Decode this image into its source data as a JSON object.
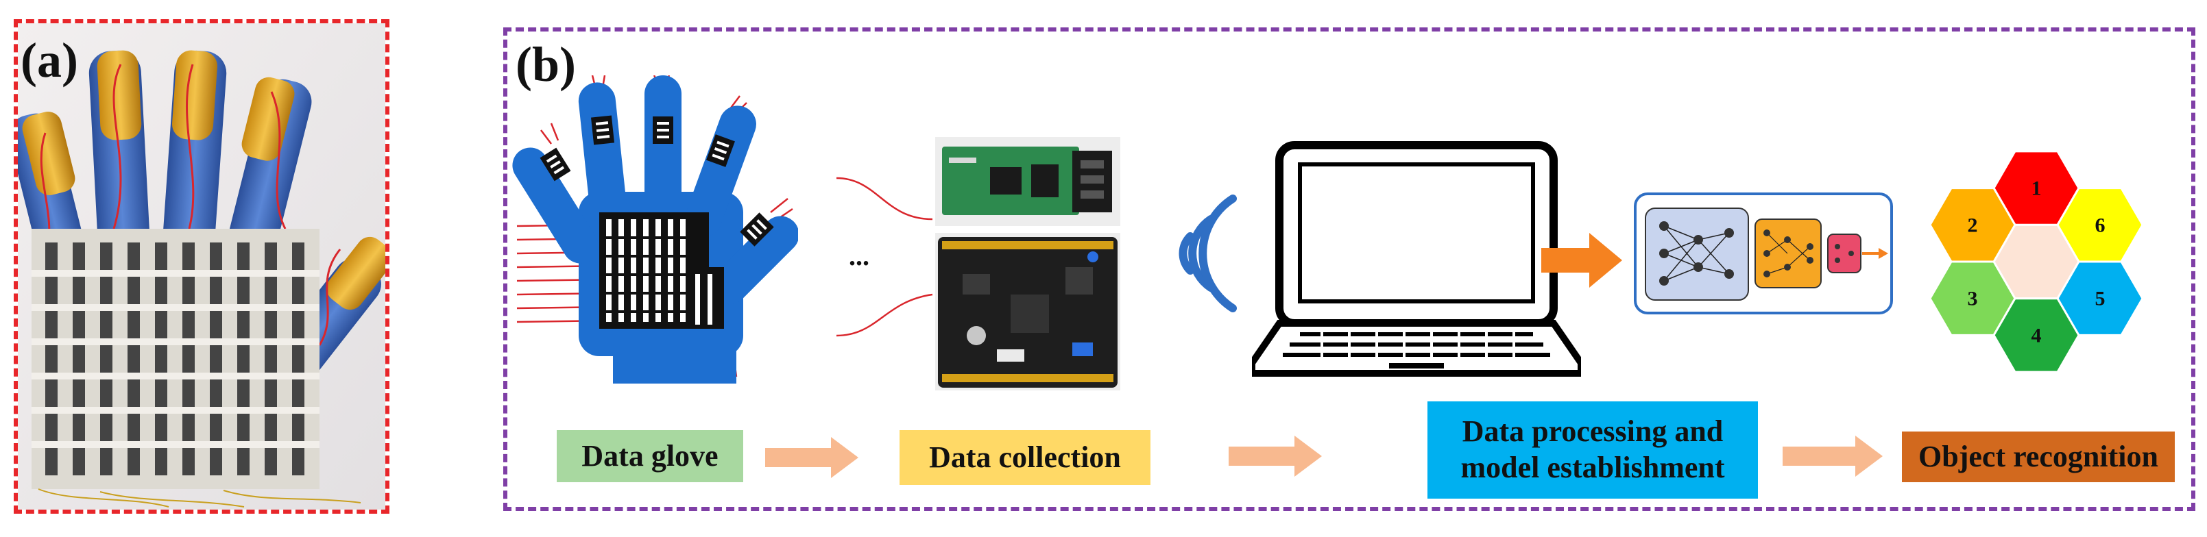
{
  "panels": {
    "a": {
      "label": "(a)"
    },
    "b": {
      "label": "(b)"
    }
  },
  "ellipsis": "...",
  "stages": [
    {
      "label": "Data glove",
      "color": "#a8d8a0"
    },
    {
      "label": "Data collection",
      "color": "#ffd966"
    },
    {
      "label": "Data processing and\nmodel establishment",
      "color": "#00b0f0"
    },
    {
      "label": "Object recognition",
      "color": "#d2691e"
    }
  ],
  "hexagons": [
    {
      "label": "1",
      "color": "#ff0000"
    },
    {
      "label": "2",
      "color": "#ffb000"
    },
    {
      "label": "6",
      "color": "#ffff00"
    },
    {
      "label": "3",
      "color": "#7ed957"
    },
    {
      "label": "5",
      "color": "#00b0f0"
    },
    {
      "label": "4",
      "color": "#1faa3c"
    },
    {
      "label": "",
      "color": "#fde4d6"
    }
  ],
  "colors": {
    "panel_a_border": "#e8262a",
    "panel_b_border": "#7f3fa6",
    "glove_blue": "#1e6fd0",
    "wire_red": "#d9262c",
    "arrow_light": "#f8b98f",
    "arrow_dark": "#f58220",
    "wifi_blue": "#2f6fc4"
  }
}
